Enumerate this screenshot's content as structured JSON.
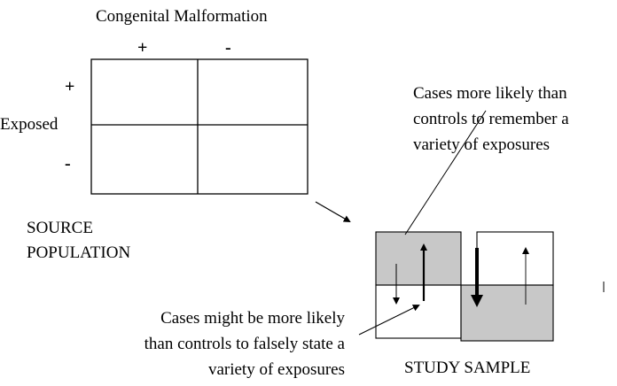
{
  "source": {
    "column_header": "Congenital Malformation",
    "col_plus": "+",
    "col_minus": "-",
    "row_header": "Exposed",
    "row_plus": "+",
    "row_minus": "-",
    "label_line1": "SOURCE",
    "label_line2": "POPULATION"
  },
  "sample": {
    "label": "STUDY SAMPLE",
    "shade_color": "#c8c8c8"
  },
  "notes": {
    "cases_remember": [
      "Cases more likely than",
      "controls to remember a",
      "variety of exposures"
    ],
    "cases_falsely": [
      "Cases might be more likely",
      "than controls to falsely state a",
      "variety of exposures"
    ]
  }
}
